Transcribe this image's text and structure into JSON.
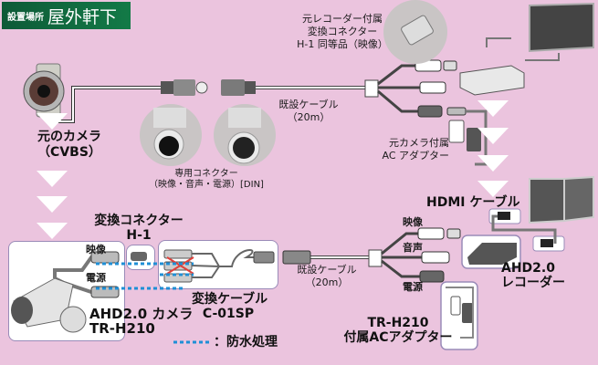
{
  "header": {
    "label_small": "設置場所",
    "label_large": "屋外軒下",
    "color": "#137a47"
  },
  "top_section": {
    "old_camera_label": [
      "元のカメラ",
      "（CVBS）"
    ],
    "din_connector_label": [
      "専用コネクター",
      "（映像・音声・電源）[DIN]"
    ],
    "existing_cable_label": [
      "既設ケーブル",
      "（20m）"
    ],
    "recorder_converter_label": [
      "元レコーダー付属",
      "変換コネクター",
      "H-1 同等品（映像）"
    ],
    "old_ac_adapter_label": [
      "元カメラ付属",
      "AC アダプター"
    ]
  },
  "bottom_section": {
    "converter_connector_label": [
      "変換コネクター",
      "H-1"
    ],
    "camera_video_label": "映像",
    "camera_power_label": "電源",
    "ahd_camera_label": [
      "AHD2.0 カメラ",
      "TR-H210"
    ],
    "conversion_cable_label": [
      "変換ケーブル",
      "C-01SP"
    ],
    "waterproof_legend": "：防水処理",
    "existing_cable_label": [
      "既設ケーブル",
      "（20m）"
    ],
    "video_label": "映像",
    "audio_label": "音声",
    "power_label": "電源",
    "hdmi_label": "HDMI ケーブル",
    "ahd_recorder_label": [
      "AHD2.0",
      "レコーダー"
    ],
    "ac_adapter_label": [
      "TR-H210",
      "付属ACアダプター"
    ]
  },
  "colors": {
    "background": "#ebc4de",
    "waterproof_dots": "#1f8fd6",
    "cross_mark": "#e0403a"
  }
}
